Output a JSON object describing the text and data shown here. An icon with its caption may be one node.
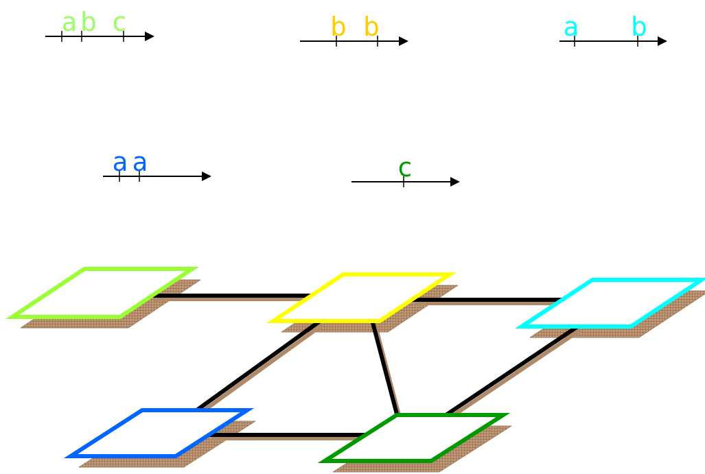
{
  "diagram": {
    "nodes": [
      {
        "text": [],
        "shape": "parallelogram"
      },
      {
        "text": [],
        "shape": "parallelogram"
      },
      {
        "text": [],
        "shape": "parallelogram"
      },
      {
        "text": [],
        "shape": "parallelogram"
      },
      {
        "text": [],
        "shape": "parallelogram"
      }
    ],
    "edges": [
      {
        "from": 0,
        "to": 1,
        "arrow": "none"
      },
      {
        "from": 1,
        "to": 2,
        "arrow": "none"
      },
      {
        "from": 1,
        "to": 3,
        "arrow": "none"
      },
      {
        "from": 1,
        "to": 4,
        "arrow": "none"
      },
      {
        "from": 2,
        "to": 4,
        "arrow": "none"
      },
      {
        "from": 3,
        "to": 4,
        "arrow": "none"
      }
    ],
    "labels": [
      "a",
      "b",
      "c",
      "b",
      "b",
      "a",
      "b",
      "a",
      "a",
      "c"
    ]
  }
}
